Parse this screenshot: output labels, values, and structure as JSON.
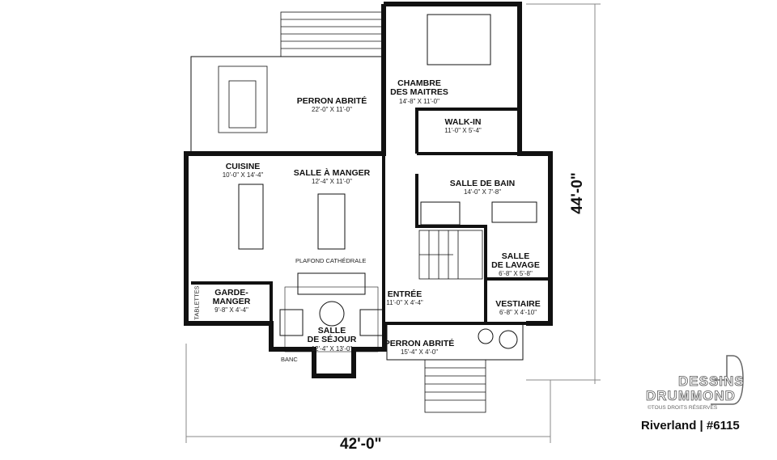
{
  "rooms": {
    "back_porch": {
      "name": "PERRON ABRITÉ",
      "size": "22'-0\" X 11'-0\""
    },
    "master": {
      "name1": "CHAMBRE",
      "name2": "DES MAITRES",
      "size": "14'-8\" X 11'-0\""
    },
    "walkin": {
      "name": "WALK-IN",
      "size": "11'-0\" X 5'-4\""
    },
    "kitchen": {
      "name": "CUISINE",
      "size": "10'-0\" X 14'-4\""
    },
    "dining": {
      "name": "SALLE À MANGER",
      "size": "12'-4\" X 11'-0\""
    },
    "bath": {
      "name": "SALLE DE BAIN",
      "size": "14'-0\" X 7'-8\""
    },
    "laundry": {
      "name1": "SALLE",
      "name2": "DE LAVAGE",
      "size": "6'-8\" X 5'-8\""
    },
    "pantry": {
      "name1": "GARDE-",
      "name2": "MANGER",
      "size": "9'-8\" X 4'-4\""
    },
    "entry": {
      "name": "ENTRÉE",
      "size": "11'-0\" X 4'-4\""
    },
    "closet": {
      "name": "VESTIAIRE",
      "size": "6'-8\" X 4'-10\""
    },
    "living": {
      "name1": "SALLE",
      "name2": "DE SÉJOUR",
      "size": "12'-4\" X 13'-0\""
    },
    "front_porch": {
      "name": "PERRON ABRITÉ",
      "size": "15'-4\" X 4'-0\""
    }
  },
  "notes": {
    "ceiling": "PLAFOND CATHÉDRALE",
    "shelves": "TABLETTES",
    "bench": "BANC"
  },
  "dimensions": {
    "width": "42'-0\"",
    "depth": "44'-0\""
  },
  "branding": {
    "line1": "DESSINS",
    "line2": "DRUMMOND",
    "rights": "©TOUS DROITS RÉSERVÉS",
    "plan": "Riverland | #6115"
  }
}
